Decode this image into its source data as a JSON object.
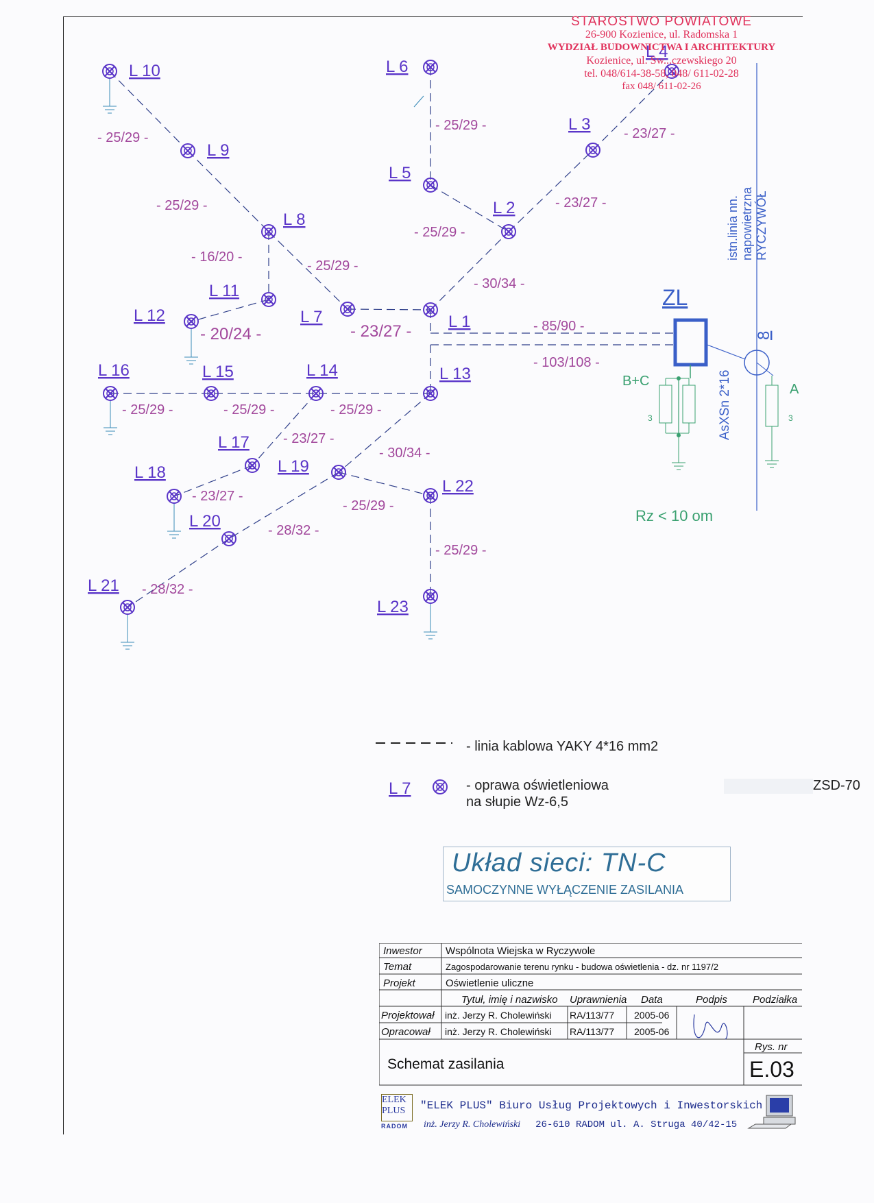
{
  "stamp": {
    "line1": "STAROSTWO POWIATOWE",
    "line2": "26-900 Kozienice, ul. Radomska 1",
    "line3": "WYDZIAŁ BUDOWNICTWA I ARCHITEKTURY",
    "line4": "Kozienice, ul. Sw...czewskiego 20",
    "line5": "tel. 048/614-38-58, 048/ 611-02-28",
    "line6": "fax 048/ 611-02-26"
  },
  "lamps": [
    {
      "id": "l10",
      "label": "L 10"
    },
    {
      "id": "l9",
      "label": "L 9"
    },
    {
      "id": "l8",
      "label": "L 8"
    },
    {
      "id": "l11",
      "label": "L 11"
    },
    {
      "id": "l12",
      "label": "L 12"
    },
    {
      "id": "l7",
      "label": "L 7"
    },
    {
      "id": "l1",
      "label": "L 1"
    },
    {
      "id": "l2",
      "label": "L 2"
    },
    {
      "id": "l3",
      "label": "L 3"
    },
    {
      "id": "l4",
      "label": "L 4"
    },
    {
      "id": "l5",
      "label": "L 5"
    },
    {
      "id": "l6",
      "label": "L 6"
    },
    {
      "id": "l13",
      "label": "L 13"
    },
    {
      "id": "l14",
      "label": "L 14"
    },
    {
      "id": "l15",
      "label": "L 15"
    },
    {
      "id": "l16",
      "label": "L 16"
    },
    {
      "id": "l17",
      "label": "L 17"
    },
    {
      "id": "l18",
      "label": "L 18"
    },
    {
      "id": "l19",
      "label": "L 19"
    },
    {
      "id": "l20",
      "label": "L 20"
    },
    {
      "id": "l21",
      "label": "L 21"
    },
    {
      "id": "l22",
      "label": "L 22"
    },
    {
      "id": "l23",
      "label": "L 23"
    }
  ],
  "cables": [
    "- 25/29 -",
    "- 25/29 -",
    "- 16/20 -",
    "- 25/29 -",
    "- 20/24 -",
    "- 23/27 -",
    "- 25/29 -",
    "- 25/29 -",
    "- 23/27 -",
    "- 23/27 -",
    "- 30/34 -",
    "- 85/90 -",
    "- 103/108 -",
    "- 25/29 -",
    "- 25/29 -",
    "- 25/29 -",
    "- 23/27 -",
    "- 30/34 -",
    "- 23/27 -",
    "- 25/29 -",
    "- 28/32 -",
    "- 28/32 -",
    "- 25/29 -"
  ],
  "supply": {
    "zl": "ZL",
    "pole": "8",
    "existing_line": [
      "istn.linia nn.",
      "napowietrzna",
      "RYCZYWÓŁ"
    ],
    "bc": "B+C",
    "a": "A",
    "cable": "AsXSn 2*16",
    "three_a": "3",
    "three_b": "3",
    "rz": "Rz < 10 om"
  },
  "legend": {
    "cable_text": "- linia kablowa YAKY 4*16 mm2",
    "lamp_label": "L 7",
    "lamp_text": "- oprawa oświetleniowa",
    "lamp_code": "ZSD-70",
    "lamp_text2": "na słupie Wz-6,5"
  },
  "network": {
    "title": "Układ sieci: TN-C",
    "subtitle": "SAMOCZYNNE WYŁĄCZENIE ZASILANIA"
  },
  "titleblock": {
    "inwestor_k": "Inwestor",
    "inwestor_v": "Wspólnota Wiejska w Ryczywole",
    "temat_k": "Temat",
    "temat_v": "Zagospodarowanie terenu rynku - budowa oświetlenia - dz. nr 1197/2",
    "projekt_k": "Projekt",
    "projekt_v": "Oświetlenie uliczne",
    "h_name": "Tytuł, imię i nazwisko",
    "h_upr": "Uprawnienia",
    "h_data": "Data",
    "h_podpis": "Podpis",
    "h_podz": "Podziałka",
    "projektowal_k": "Projektował",
    "projektowal_name": "inż. Jerzy R. Cholewiński",
    "projektowal_upr": "RA/113/77",
    "projektowal_date": "2005-06",
    "opracowal_k": "Opracował",
    "opracowal_name": "inż. Jerzy R. Cholewiński",
    "opracowal_upr": "RA/113/77",
    "opracowal_date": "2005-06",
    "rys_k": "Rys. nr",
    "schemat": "Schemat zasilania",
    "rys_v": "E.03"
  },
  "firm": {
    "logo_top": "ELEK",
    "logo_bottom": "PLUS",
    "logo_city": "RADOM",
    "line1": "\"ELEK PLUS\" Biuro Usług Projektowych i Inwestorskich",
    "signature": "inż. Jerzy R. Cholewiński",
    "line2": "26-610 RADOM ul. A. Struga 40/42-15"
  },
  "colors": {
    "lamp": "#5a35c8",
    "cable_label": "#a2489c",
    "supply": "#3a5fc8",
    "bc": "#3aa070",
    "line": "#2f3f8a"
  }
}
